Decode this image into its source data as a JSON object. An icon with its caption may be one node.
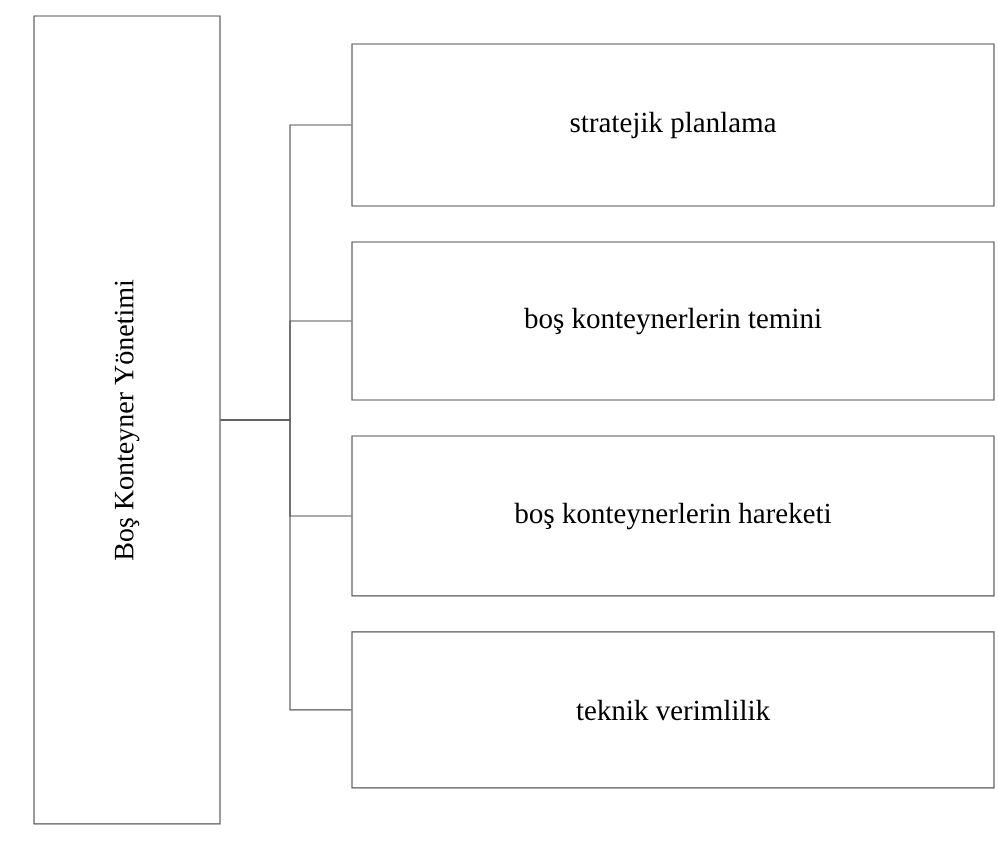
{
  "diagram": {
    "nodes": [
      {
        "text": [
          "Boş Konteyner Yönetimi"
        ]
      },
      {
        "text": [
          "stratejik planlama"
        ]
      },
      {
        "text": [
          "boş konteynerlerin temini"
        ]
      },
      {
        "text": [
          "boş konteynerlerin hareketi"
        ]
      },
      {
        "text": [
          "teknik verimlilik"
        ]
      }
    ],
    "edges": [
      {
        "from": 0,
        "to": 1,
        "arrow": "none"
      },
      {
        "from": 0,
        "to": 2,
        "arrow": "none"
      },
      {
        "from": 0,
        "to": 3,
        "arrow": "none"
      },
      {
        "from": 0,
        "to": 4,
        "arrow": "none"
      }
    ]
  }
}
